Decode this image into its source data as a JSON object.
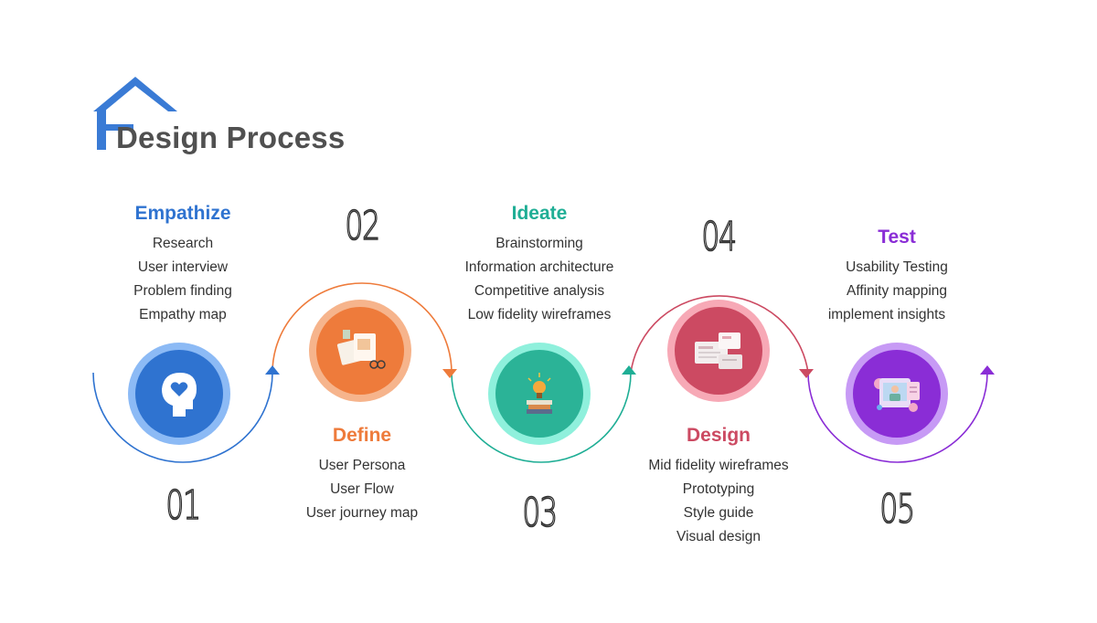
{
  "title": "Design Process",
  "colors": {
    "blue": "#2f73d0",
    "orange": "#ee7b3b",
    "teal": "#1fae95",
    "pink": "#cc4a62",
    "purple": "#8a2dd6"
  },
  "steps": [
    {
      "number": "01",
      "title": "Empathize",
      "color": "#2f73d0",
      "icon": "head-heart-icon",
      "items": [
        "Research",
        "User interview",
        "Problem finding",
        "Empathy map"
      ]
    },
    {
      "number": "02",
      "title": "Define",
      "color": "#ee7b3b",
      "icon": "sticky-notes-icon",
      "items": [
        "User Persona",
        "User Flow",
        "User journey map"
      ]
    },
    {
      "number": "03",
      "title": "Ideate",
      "color": "#1fae95",
      "icon": "lightbulb-books-icon",
      "items": [
        "Brainstorming",
        "Information architecture",
        "Competitive analysis",
        "Low fidelity wireframes"
      ]
    },
    {
      "number": "04",
      "title": "Design",
      "color": "#cc4a62",
      "icon": "wireframe-screens-icon",
      "items": [
        "Mid fidelity wireframes",
        "Prototyping",
        "Style guide",
        "Visual design"
      ]
    },
    {
      "number": "05",
      "title": "Test",
      "color": "#8a2dd6",
      "icon": "user-test-screen-icon",
      "items": [
        "Usability Testing",
        "Affinity mapping",
        "implement insights"
      ]
    }
  ]
}
